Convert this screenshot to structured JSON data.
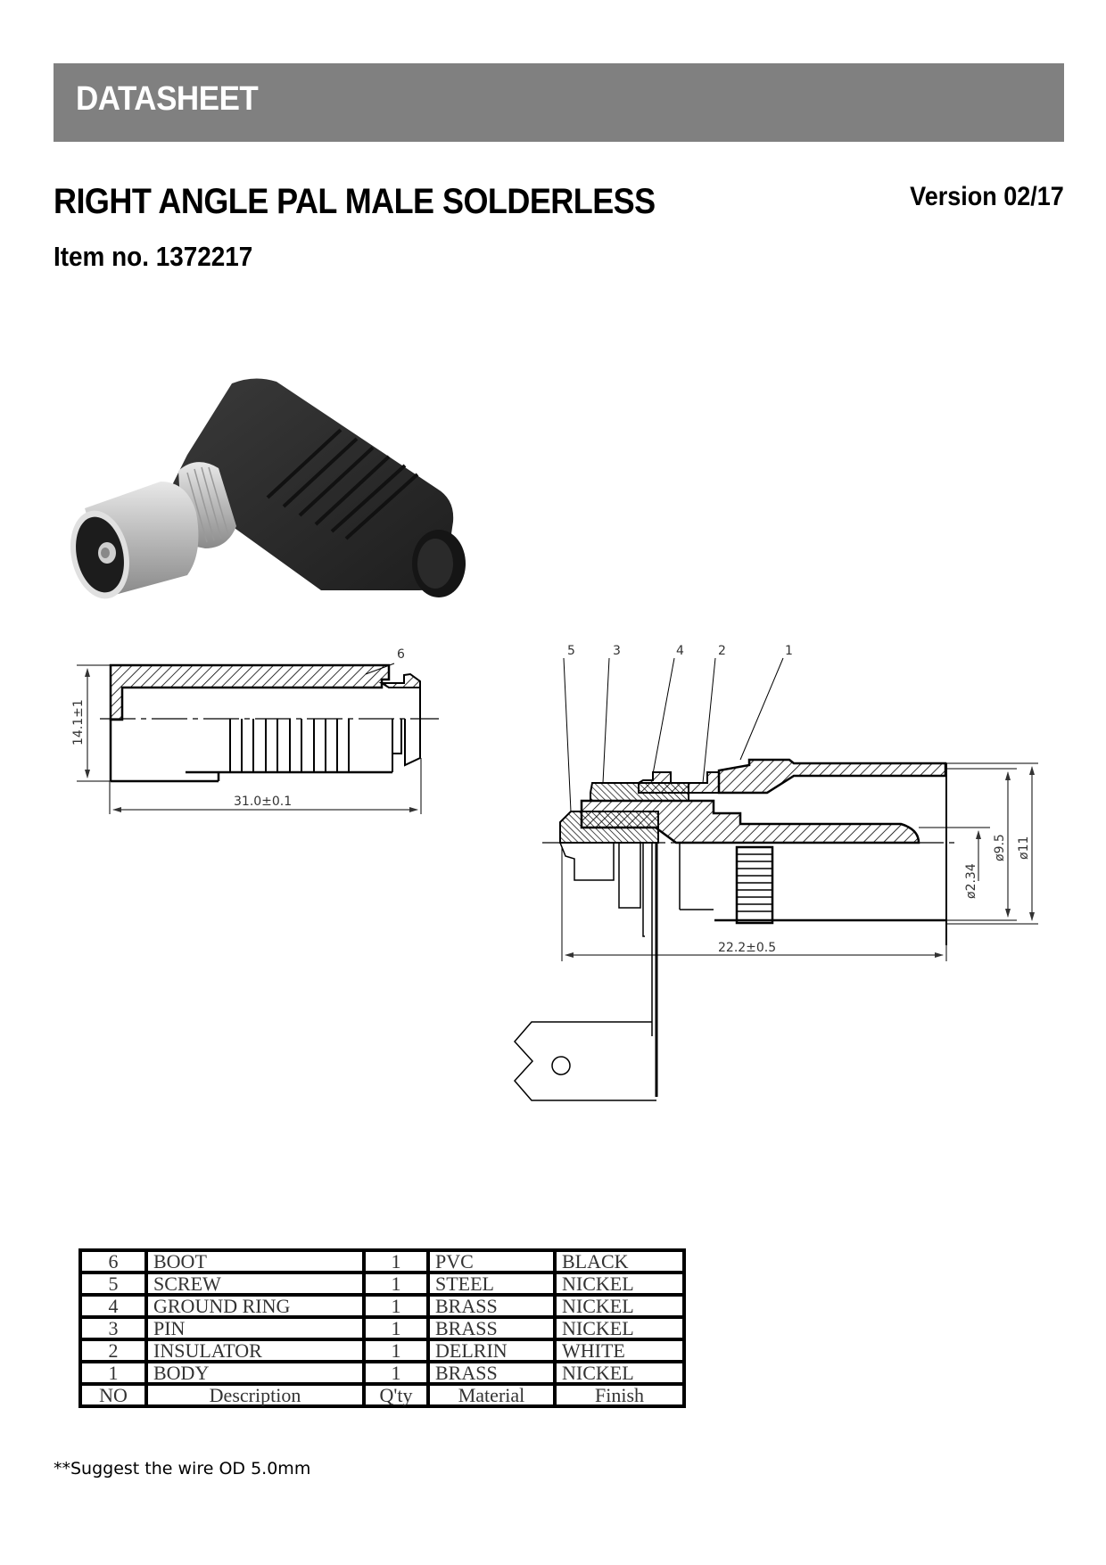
{
  "header": {
    "title": "DATASHEET",
    "bg_color": "#808080",
    "text_color": "#ffffff"
  },
  "product": {
    "title": "RIGHT ANGLE PAL MALE SOLDERLESS",
    "version": "Version 02/17",
    "item_no": "Item no. 1372217"
  },
  "photo": {
    "alt": "Right angle PAL male connector, nickel plug with black boot"
  },
  "drawing_side": {
    "label_boot": "6",
    "dim_height": "14.1±1",
    "dim_length": "31.0±0.1"
  },
  "drawing_section": {
    "callouts": [
      "5",
      "3",
      "4",
      "2",
      "1"
    ],
    "dim_pin": "ø2.34",
    "dim_inner": "ø9.5",
    "dim_outer": "ø11",
    "dim_length": "22.2±0.5"
  },
  "parts_table": {
    "columns": [
      "NO",
      "Description",
      "Q'ty",
      "Material",
      "Finish"
    ],
    "rows": [
      {
        "no": "6",
        "description": "BOOT",
        "qty": "1",
        "material": "PVC",
        "finish": "BLACK"
      },
      {
        "no": "5",
        "description": "SCREW",
        "qty": "1",
        "material": "STEEL",
        "finish": "NICKEL"
      },
      {
        "no": "4",
        "description": "GROUND RING",
        "qty": "1",
        "material": "BRASS",
        "finish": "NICKEL"
      },
      {
        "no": "3",
        "description": "PIN",
        "qty": "1",
        "material": "BRASS",
        "finish": "NICKEL"
      },
      {
        "no": "2",
        "description": "INSULATOR",
        "qty": "1",
        "material": "DELRIN",
        "finish": "WHITE"
      },
      {
        "no": "1",
        "description": "BODY",
        "qty": "1",
        "material": "BRASS",
        "finish": "NICKEL"
      }
    ]
  },
  "footnote": "**Suggest the wire OD 5.0mm"
}
